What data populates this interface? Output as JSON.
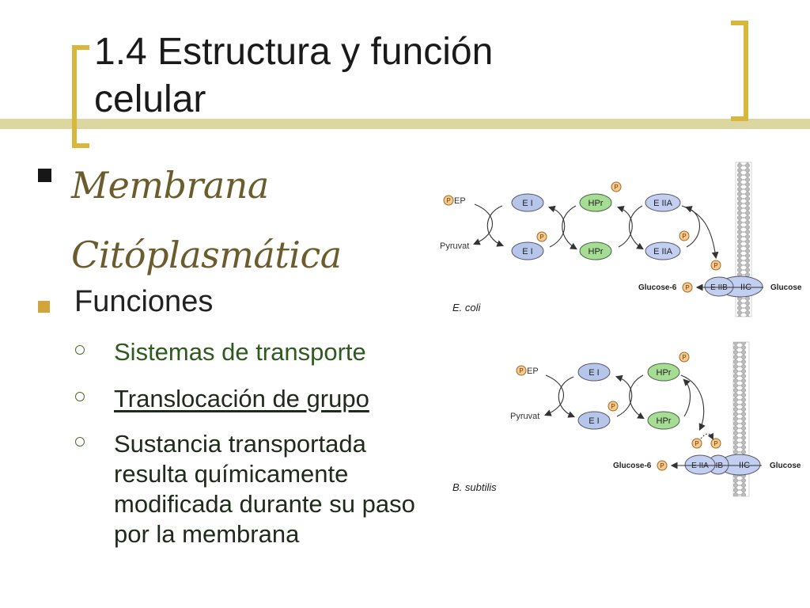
{
  "slide": {
    "title_line1": "1.4 Estructura y función",
    "title_line2": "celular",
    "heading_line1": "Membrana",
    "heading_line2": "Citóplasmática",
    "subheading": "Funciones",
    "items": [
      "Sistemas de transporte",
      "Translocación de grupo",
      "Sustancia transportada resulta químicamente modificada durante su paso por la membrana"
    ]
  },
  "diagrams": [
    {
      "organism": "E. coli",
      "pep_label": "EP",
      "pyruvate_label": "Pyruvat",
      "ei_top": "E I",
      "ei_bottom": "E I",
      "hpr_top": "HPr",
      "hpr_bottom": "HPr",
      "eiia_top": "E IIA",
      "eiia_bottom": "E IIA",
      "eiib": "E IIB",
      "iic": "IIC",
      "glucose6_label": "Glucose-6",
      "glucose_label": "Glucose",
      "phospho": "P"
    },
    {
      "organism": "B. subtilis",
      "pep_label": "EP",
      "pyruvate_label": "Pyruvat",
      "ei_top": "E I",
      "ei_bottom": "E I",
      "hpr_top": "HPr",
      "hpr_bottom": "HPr",
      "eiia": "E IIA",
      "iib": "IIB",
      "iic": "IIC",
      "glucose6_label": "Glucose-6",
      "glucose_label": "Glucose",
      "phospho": "P"
    }
  ],
  "colors": {
    "enzyme_i": "#b6c6ea",
    "hpr": "#a7dc94",
    "eiia": "#c2cff0",
    "phospho": "#f7c98a",
    "bracket": "#d9b73d",
    "heading": "#6b5c2e",
    "membrane": "#c8c8c8"
  }
}
